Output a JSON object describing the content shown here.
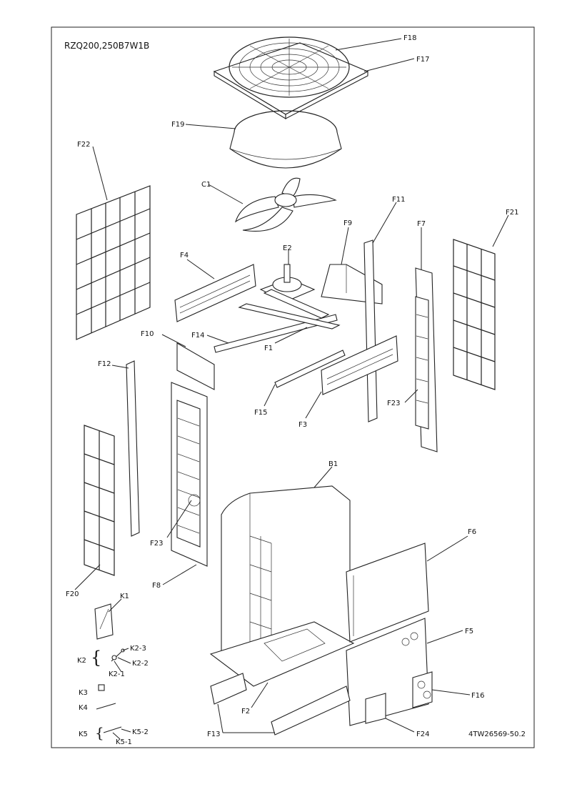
{
  "title": "RZQ200,250B7W1B",
  "drawing_number": "4TW26569-50.2",
  "labels": {
    "F18": "F18",
    "F17": "F17",
    "F19": "F19",
    "F22": "F22",
    "F21": "F21",
    "C1": "C1",
    "F11": "F11",
    "F9": "F9",
    "F7": "F7",
    "E2": "E2",
    "F4": "F4",
    "F14": "F14",
    "F1": "F1",
    "F10": "F10",
    "F12": "F12",
    "F15": "F15",
    "F3": "F3",
    "F23a": "F23",
    "F23b": "F23",
    "B1": "B1",
    "F6": "F6",
    "F20": "F20",
    "F8": "F8",
    "K1": "K1",
    "K2": "K2",
    "K2-3": "K2-3",
    "K2-2": "K2-2",
    "K2-1": "K2-1",
    "K3": "K3",
    "K4": "K4",
    "K5": "K5",
    "K5-2": "K5-2",
    "K5-1": "K5-1",
    "F5": "F5",
    "F16": "F16",
    "F2": "F2",
    "F13": "F13",
    "F24": "F24"
  }
}
